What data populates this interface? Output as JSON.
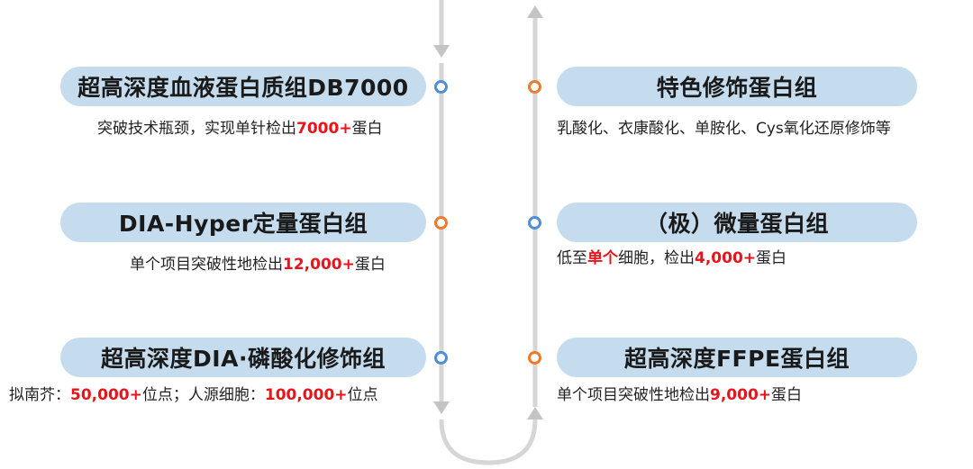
{
  "colors": {
    "pill_bg": "#c5dcee",
    "highlight": "#e8141b",
    "dot_blue": "#4e8fd6",
    "dot_orange": "#ef7a2c",
    "track": "#d6d6d6"
  },
  "left_column": [
    {
      "title": "超高深度血液蛋白质组DB7000",
      "desc_pre": "突破技术瓶颈，实现单针检出",
      "desc_em": "7000+",
      "desc_post": "蛋白",
      "dot": "blue"
    },
    {
      "title": "DIA-Hyper定量蛋白组",
      "desc_pre": "单个项目突破性地检出",
      "desc_em": "12,000+",
      "desc_post": "蛋白",
      "dot": "orange"
    },
    {
      "title": "超高深度DIA·磷酸化修饰组",
      "desc_pre": "拟南芥：",
      "desc_em": "50,000+",
      "desc_mid": "位点；人源细胞：",
      "desc_em2": "100,000+",
      "desc_post": "位点",
      "dot": "blue"
    }
  ],
  "right_column": [
    {
      "title": "特色修饰蛋白组",
      "desc_pre": "乳酸化、衣康酸化、单胺化、Cys氧化还原修饰等",
      "dot": "orange"
    },
    {
      "title": "（极）微量蛋白组",
      "desc_pre": "低至",
      "desc_em": "单个",
      "desc_mid": "细胞，检出",
      "desc_em2": "4,000+",
      "desc_post": "蛋白",
      "dot": "blue"
    },
    {
      "title": "超高深度FFPE蛋白组",
      "desc_pre": "单个项目突破性地检出",
      "desc_em": "9,000+",
      "desc_post": "蛋白",
      "dot": "orange"
    }
  ]
}
